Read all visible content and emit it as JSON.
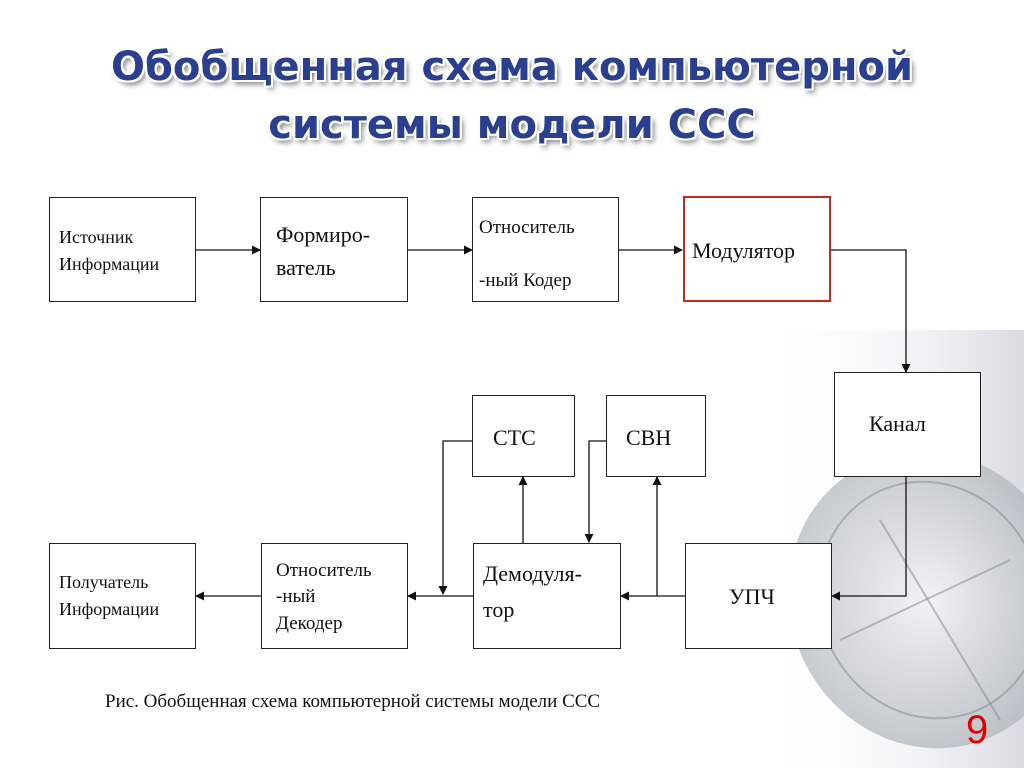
{
  "slide": {
    "title_line1": "Обобщенная схема компьютерной",
    "title_line2": "системы модели ССС",
    "caption": "Рис. Обобщенная схема компьютерной системы модели ССС",
    "page_number": "9"
  },
  "diagram": {
    "source": {
      "line1": "Источник",
      "line2": "Информации"
    },
    "former": {
      "line1": "Формиро-",
      "line2": "ватель"
    },
    "coder": {
      "line1": "Относитель",
      "line2": "-ный Кодер"
    },
    "modulator": {
      "line1": "Модулятор"
    },
    "channel": {
      "line1": "Канал"
    },
    "stc": {
      "line1": "СТС"
    },
    "svn": {
      "line1": "СВН"
    },
    "upch": {
      "line1": "УПЧ"
    },
    "demodulator": {
      "line1": "Демодуля-",
      "line2": "тор"
    },
    "decoder": {
      "line1": "Относитель",
      "line2": "-ный",
      "line3": "Декодер"
    },
    "receiver": {
      "line1": "Получатель",
      "line2": "Информации"
    }
  },
  "colors": {
    "title": "#2a3f8f",
    "highlight_border": "#c8281e",
    "page_number": "#e00000"
  }
}
